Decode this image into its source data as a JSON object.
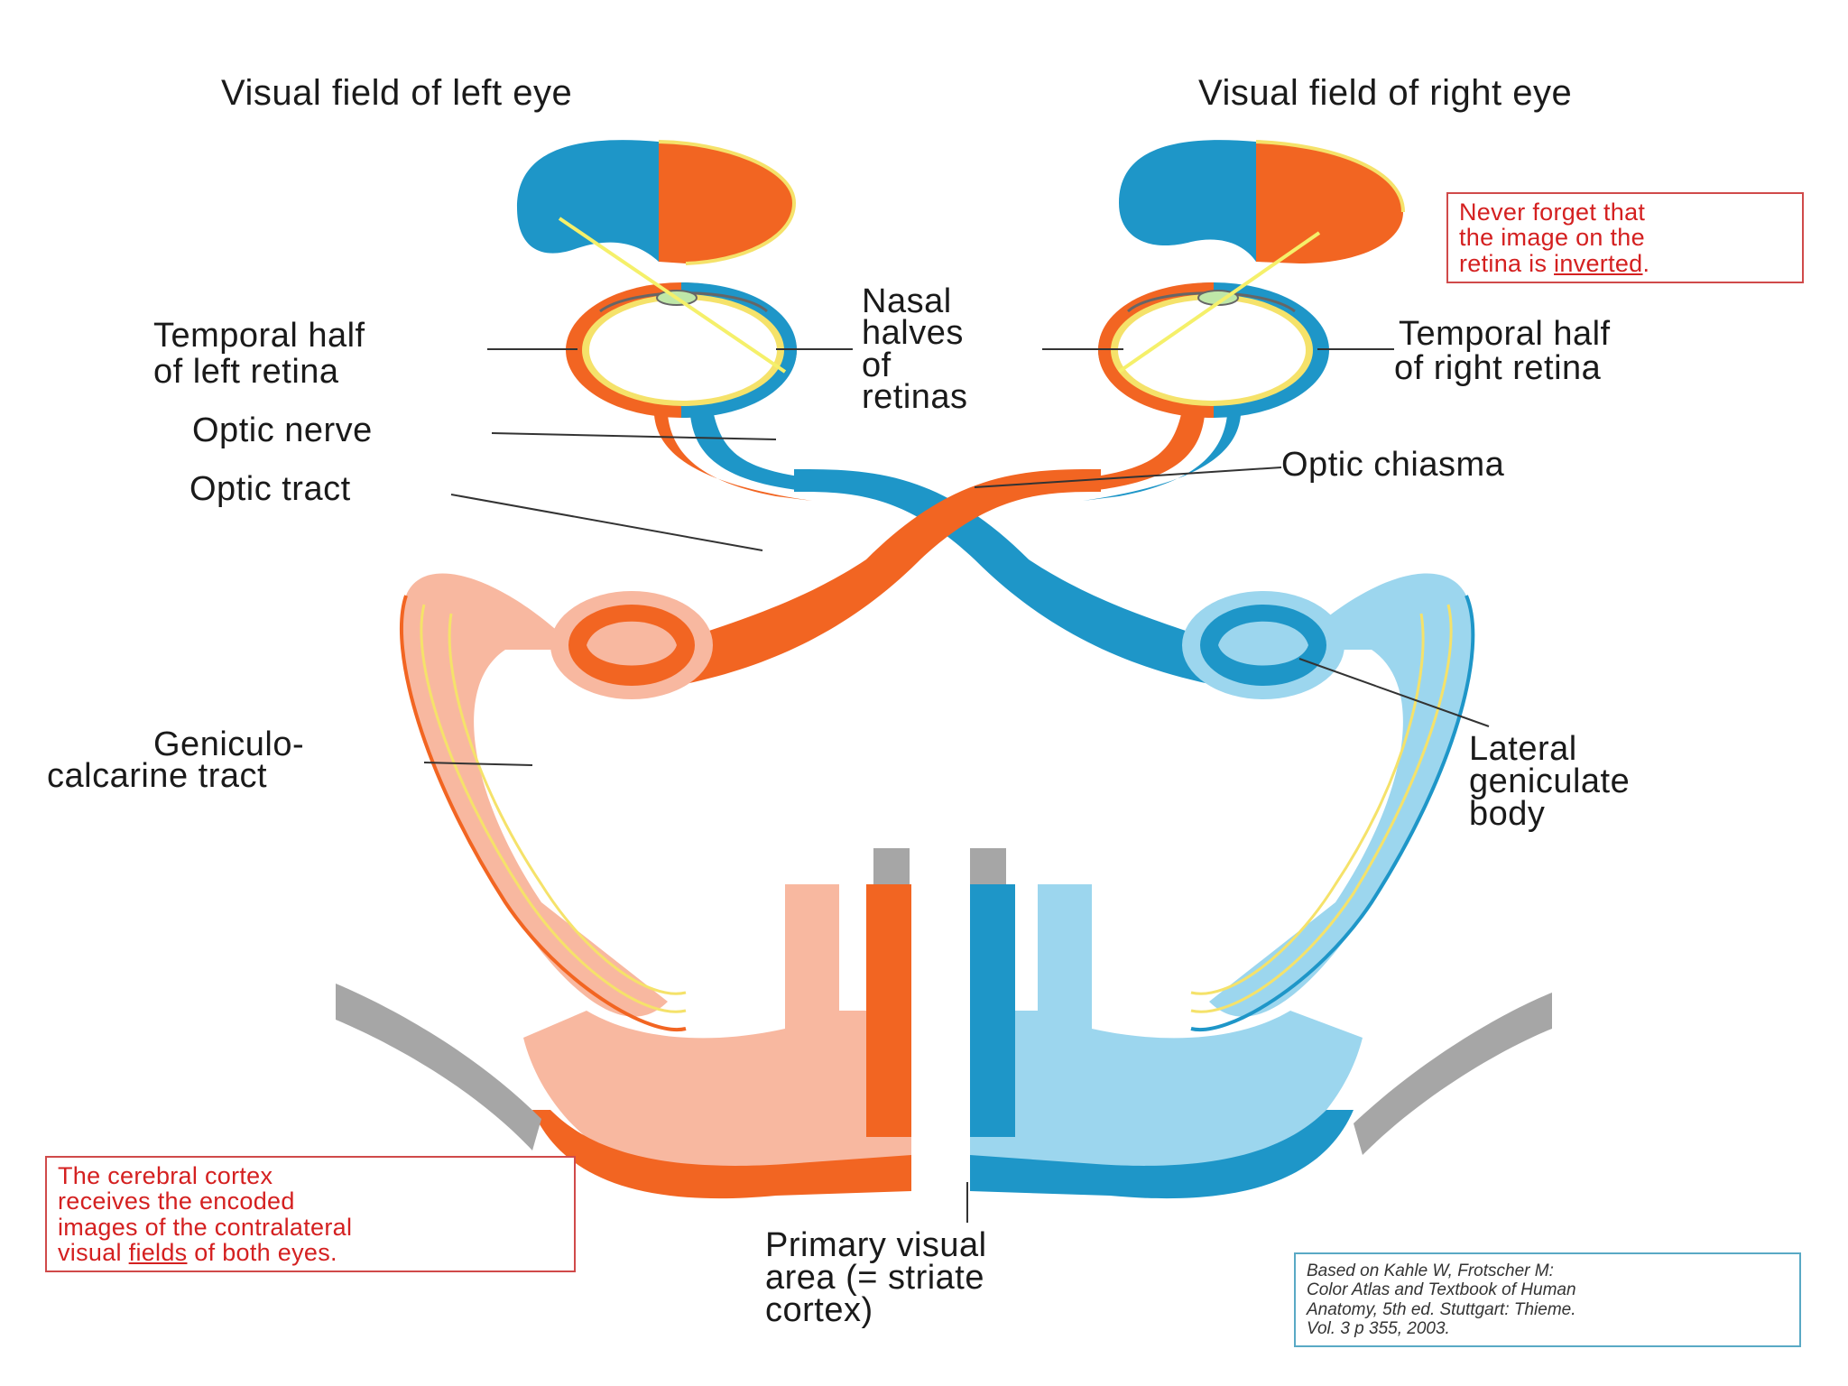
{
  "labels": {
    "vf_left": "Visual field of left eye",
    "vf_right": "Visual field of right eye",
    "temporal_left_1": "Temporal half",
    "temporal_left_2": "of left retina",
    "nasal_1": "Nasal",
    "nasal_2": "halves",
    "nasal_3": "of",
    "nasal_4": "retinas",
    "temporal_right_1": "Temporal half",
    "temporal_right_2": "of right retina",
    "optic_nerve": "Optic nerve",
    "optic_tract": "Optic tract",
    "optic_chiasma": "Optic chiasma",
    "geniculo_1": "Geniculo-",
    "geniculo_2": "calcarine tract",
    "lgb_1": "Lateral",
    "lgb_2": "geniculate",
    "lgb_3": "body",
    "pva_1": "Primary visual",
    "pva_2": "area (= striate",
    "pva_3": "cortex)"
  },
  "notes": {
    "retina_1": "Never forget that",
    "retina_2": "the image on the",
    "retina_3_pre": "retina is ",
    "retina_3_u": "inverted",
    "retina_3_post": ".",
    "cortex_1": "The cerebral cortex",
    "cortex_2": "receives the encoded",
    "cortex_3": "images of the contralateral",
    "cortex_4_pre": "visual ",
    "cortex_4_u": "fields",
    "cortex_4_post": " of both eyes."
  },
  "citation": {
    "line1": "Based on Kahle W, Frotscher M:",
    "line2": "Color Atlas and Textbook of Human",
    "line3": "Anatomy, 5th ed. Stuttgart: Thieme.",
    "line4": "Vol. 3 p 355, 2003."
  },
  "colors": {
    "orange": "#f26522",
    "blue": "#1e96c8",
    "light_orange": "#f8b8a0",
    "light_blue": "#9cd6ee",
    "yellow": "#f5e26a",
    "gray": "#a6a6a6",
    "note_red": "#d42020"
  }
}
